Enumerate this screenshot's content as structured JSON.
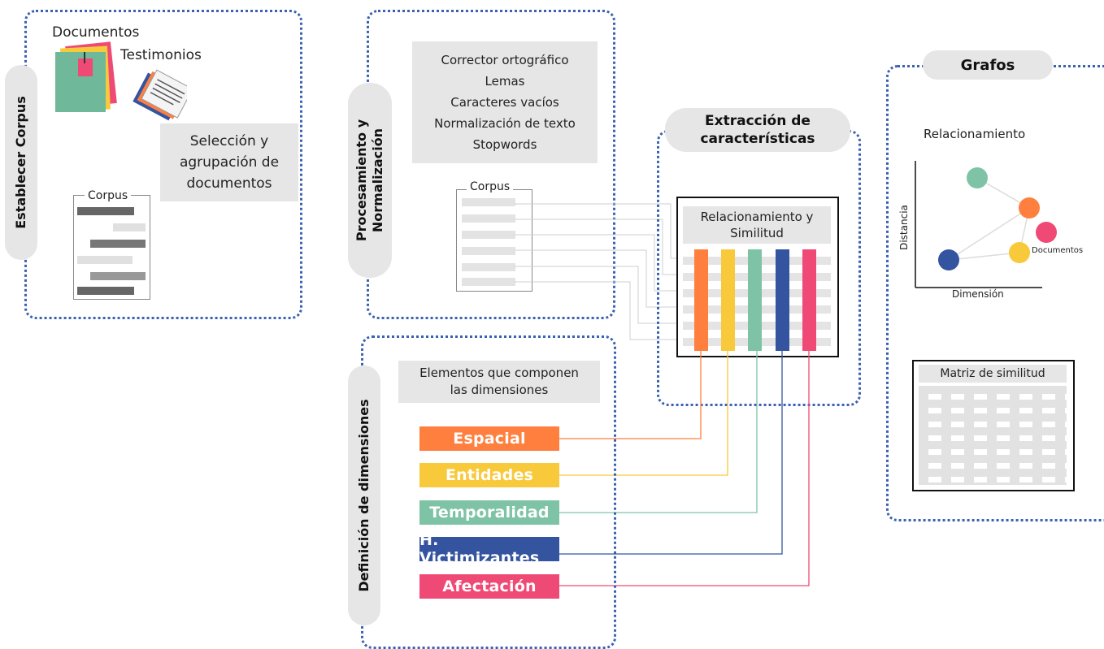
{
  "sections": {
    "corpus": {
      "title": "Establecer Corpus",
      "documents_label": "Documentos",
      "testimonies_label": "Testimonios",
      "selection_text": "Selección y agrupación de documentos",
      "corpus_label": "Corpus"
    },
    "processing": {
      "title_line1": "Procesamiento y",
      "title_line2": "Normalización",
      "steps": [
        "Corrector ortográfico",
        "Lemas",
        "Caracteres vacíos",
        "Normalización de texto",
        "Stopwords"
      ],
      "corpus_label": "Corpus"
    },
    "extraction": {
      "title_line1": "Extracción de",
      "title_line2": "características",
      "matrix_label_line1": "Relacionamiento y",
      "matrix_label_line2": "Similitud"
    },
    "dimensions": {
      "title": "Definición de dimensiones",
      "subtitle_line1": "Elementos que componen",
      "subtitle_line2": "las dimensiones",
      "items": [
        {
          "label": "Espacial",
          "color": "#ff7f3f"
        },
        {
          "label": "Entidades",
          "color": "#f7c93b"
        },
        {
          "label": "Temporalidad",
          "color": "#7ec3a6"
        },
        {
          "label": "H. Victimizantes",
          "color": "#35549f"
        },
        {
          "label": "Afectación",
          "color": "#ef4a75"
        }
      ]
    },
    "graphs": {
      "title": "Grafos",
      "relation_title": "Relacionamiento",
      "y_axis_label": "Distancia",
      "x_axis_label": "Dimensión",
      "node_label": "Documentos",
      "node_colors": [
        "#7ec3a6",
        "#ff7f3f",
        "#ef4a75",
        "#f7c93b",
        "#35549f"
      ],
      "matrix_title": "Matriz de similitud"
    }
  }
}
